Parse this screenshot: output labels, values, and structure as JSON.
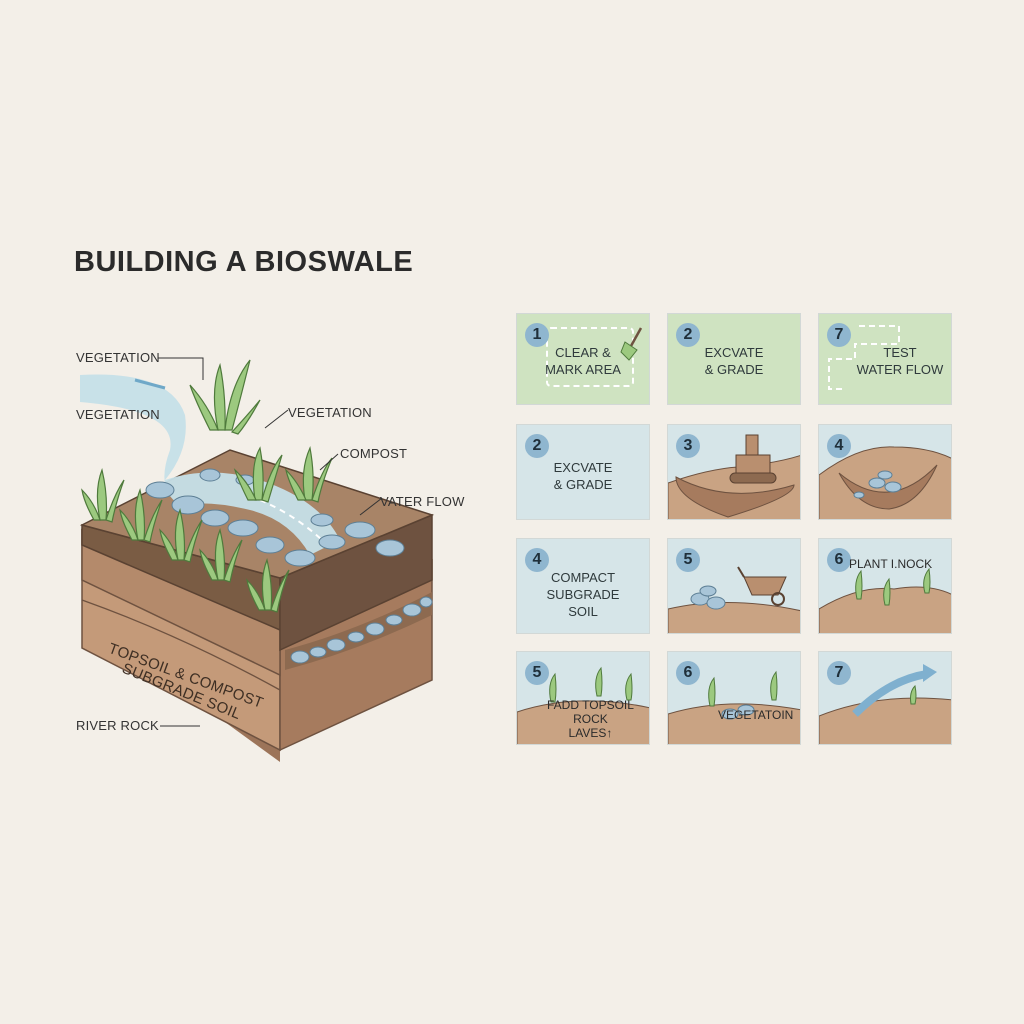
{
  "title": "BUILDING A BIOSWALE",
  "diagram": {
    "callouts": {
      "vegetation_top": "VEGETATION",
      "vegetation_left": "VEGETATION",
      "vegetation_mid": "VEGETATION",
      "compost": "COMPOST",
      "water_flow": "VATER FLOW",
      "river_rock": "RIVER ROCK"
    },
    "layers": {
      "topsoil": "TOPSOIL & COMPOST",
      "subgrade": "SUBGRADE SOIL"
    }
  },
  "steps": [
    {
      "number": "1",
      "label": "CLEAR &\nMARK AREA",
      "style": "green"
    },
    {
      "number": "2",
      "label": "EXCVATE\n& GRADE",
      "style": "green"
    },
    {
      "number": "7",
      "label": "TEST\nWATER FLOW",
      "style": "green"
    },
    {
      "number": "2",
      "label": "EXCVATE\n& GRADE",
      "style": "blue"
    },
    {
      "number": "3",
      "label": "",
      "style": "blue"
    },
    {
      "number": "4",
      "label": "",
      "style": "blue"
    },
    {
      "number": "4",
      "label": "COMPACT\nSUBGRADE\nSOIL",
      "style": "blue"
    },
    {
      "number": "5",
      "label": "",
      "style": "blue"
    },
    {
      "number": "6",
      "label": "PLANT I.NOCK",
      "style": "blue"
    },
    {
      "number": "5",
      "label": "FADD TOPSOIL\nROCK\nLAVES↑",
      "style": "blue"
    },
    {
      "number": "6",
      "label": "VEGETATOIN",
      "style": "blue"
    },
    {
      "number": "7",
      "label": "",
      "style": "blue"
    }
  ],
  "colors": {
    "background": "#f3efe8",
    "card_green": "#cfe3c1",
    "card_blue": "#d6e5e8",
    "soil": "#b98f6f",
    "soil_dark": "#7f6048",
    "rock": "#a8c5d8",
    "plant": "#9cc97f",
    "water": "#c5dfe8"
  },
  "icons": [
    "shovel-icon",
    "bulldozer-icon",
    "wheelbarrow-icon",
    "flow-arrow-icon"
  ]
}
